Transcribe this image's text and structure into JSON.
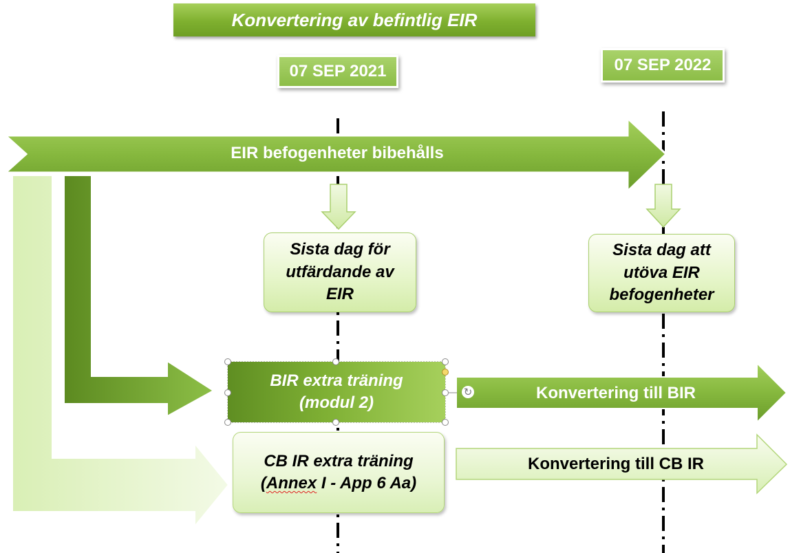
{
  "title": "Konvertering av befintlig EIR",
  "dates": {
    "first": "07 SEP 2021",
    "second": "07 SEP 2022"
  },
  "main_arrow": {
    "label": "EIR befogenheter bibehålls"
  },
  "milestones": {
    "first_lines": [
      "Sista dag för",
      "utfärdande av",
      "EIR"
    ],
    "second_lines": [
      "Sista dag att",
      "utöva EIR",
      "befogenheter"
    ]
  },
  "bir": {
    "box_lines": [
      "BIR extra träning",
      "(modul 2)"
    ],
    "arrow_label": "Konvertering till BIR"
  },
  "cbir": {
    "line1": "CB IR extra träning",
    "line2_prefix": "(",
    "line2_underlined": "Annex",
    "line2_rest": " I - App 6 Aa)",
    "arrow_label": "Konvertering till CB IR"
  },
  "colors": {
    "dark_green": "#6a9c2a",
    "mid_green": "#8cbd47",
    "light_green": "#e6f5cc",
    "outline_green": "#9fcb5f"
  }
}
